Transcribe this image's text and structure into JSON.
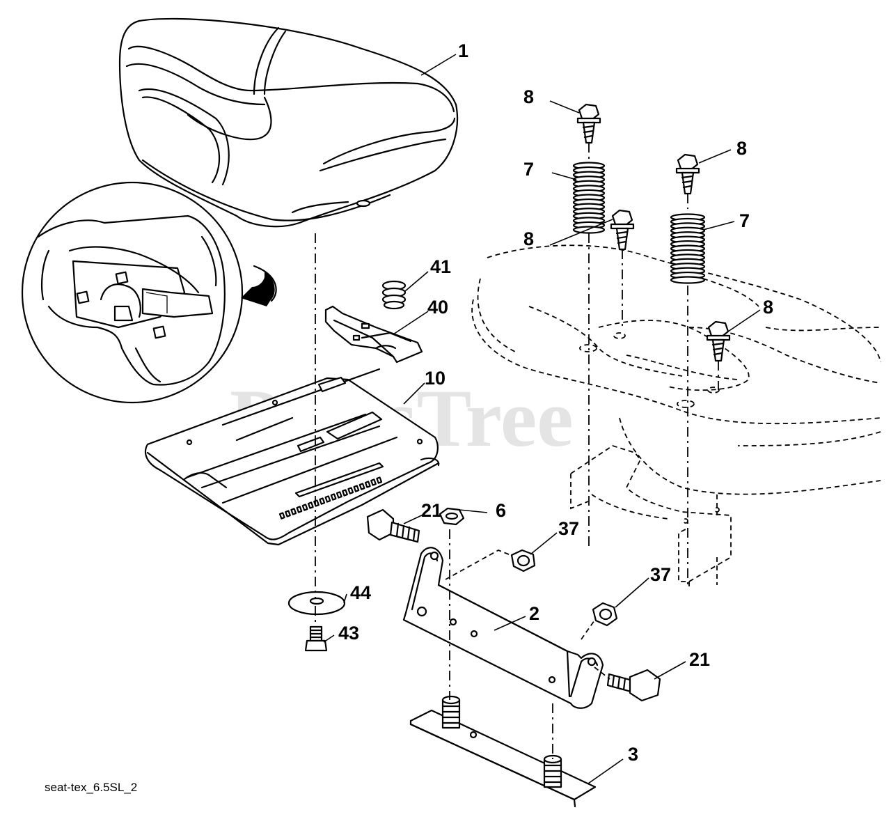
{
  "watermark": "PartsTree",
  "drawing_code": "seat-tex_6.5SL_2",
  "callouts": {
    "c1": "1",
    "c2": "2",
    "c3": "3",
    "c6": "6",
    "c7a": "7",
    "c7b": "7",
    "c8a": "8",
    "c8b": "8",
    "c8c": "8",
    "c8d": "8",
    "c10": "10",
    "c21a": "21",
    "c21b": "21",
    "c37a": "37",
    "c37b": "37",
    "c40": "40",
    "c41": "41",
    "c43": "43",
    "c44": "44"
  }
}
